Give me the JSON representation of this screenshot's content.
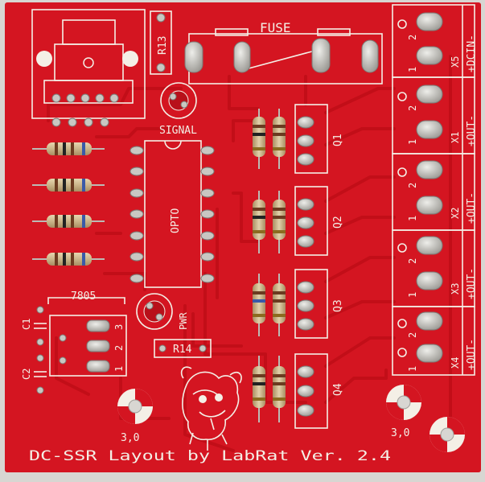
{
  "board": {
    "fuse_label": "FUSE",
    "signal_label": "SIGNAL",
    "opto_label": "OPTO",
    "pwr_label": "PWR",
    "regulator_label": "7805",
    "r13_label": "R13",
    "r14_label": "R14",
    "c1_label": "C1",
    "c2_label": "C2",
    "regulator_pins": [
      "1",
      "2",
      "3"
    ],
    "mount_hole_left_label": "3,0",
    "mount_hole_right_label": "3,0",
    "footer_text": "DC-SSR Layout by LabRat Ver. 2.4",
    "transistors": [
      "Q1",
      "Q2",
      "Q3",
      "Q4"
    ],
    "connectors": [
      {
        "id": "X5",
        "label": "+DCIN-"
      },
      {
        "id": "X1",
        "label": "+OUT-"
      },
      {
        "id": "X2",
        "label": "+OUT-"
      },
      {
        "id": "X3",
        "label": "+OUT-"
      },
      {
        "id": "X4",
        "label": "+OUT-"
      }
    ],
    "pin_numbers": [
      "1",
      "2"
    ]
  },
  "colors": {
    "soldermask": "#d41521",
    "silkscreen": "#f4efe6",
    "pad": "#c9c7c2"
  }
}
